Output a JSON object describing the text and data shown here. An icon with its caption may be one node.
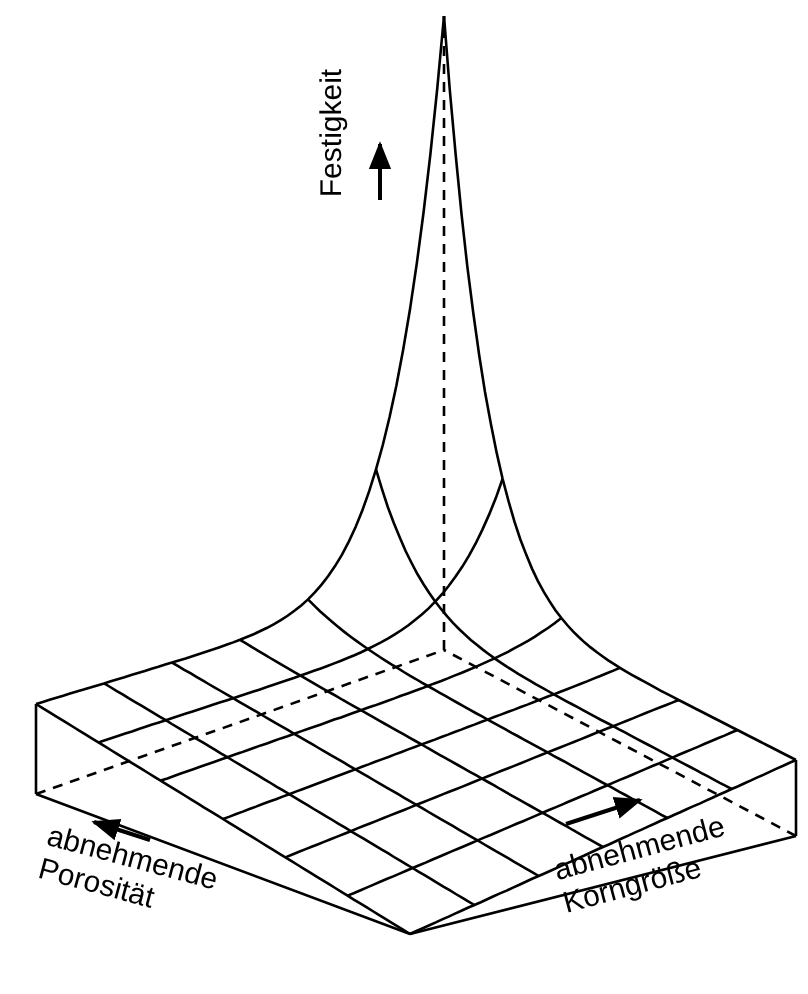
{
  "diagram": {
    "labels": [
      "Festigkeit",
      "abnehmende Porosität",
      "abnehmende Korngröße"
    ]
  }
}
